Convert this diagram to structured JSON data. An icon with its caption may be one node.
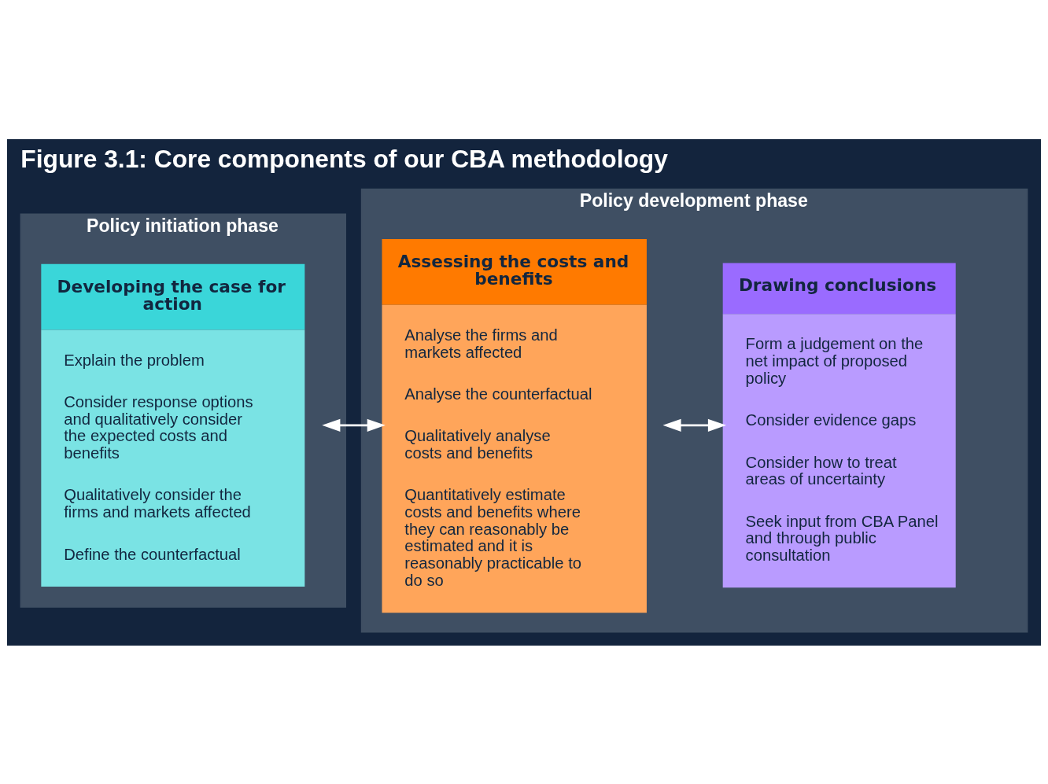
{
  "diagram": {
    "title": "Figure 3.1: Core components of our CBA methodology",
    "nodes": [
      {
        "text": [
          "Policy initiation phase"
        ]
      },
      {
        "text": [
          "Developing the case for action",
          "Explain the problem",
          "Consider response options and qualitatively consider the expected costs and benefits",
          "Qualitatively consider the firms and markets affected",
          "Define the counterfactual"
        ],
        "in": 0
      },
      {
        "text": [
          "Policy development phase"
        ]
      },
      {
        "text": [
          "Assessing the costs and benefits",
          "Analyse the firms and markets affected",
          "Analyse the counterfactual",
          "Qualitatively analyse costs and benefits",
          "Quantitatively estimate costs and benefits where they can reasonably be estimated and it is reasonably practicable to do so"
        ],
        "in": 2
      },
      {
        "text": [
          "Drawing conclusions",
          "Form a judgement on the net impact of proposed policy",
          "Consider evidence gaps",
          "Consider how to treat areas of uncertainty",
          "Seek input from CBA Panel and through public consultation"
        ],
        "in": 2
      }
    ],
    "edges": [
      {
        "from": 1,
        "to": 3,
        "arrow": "both"
      },
      {
        "from": 3,
        "to": 4,
        "arrow": "both"
      }
    ]
  }
}
